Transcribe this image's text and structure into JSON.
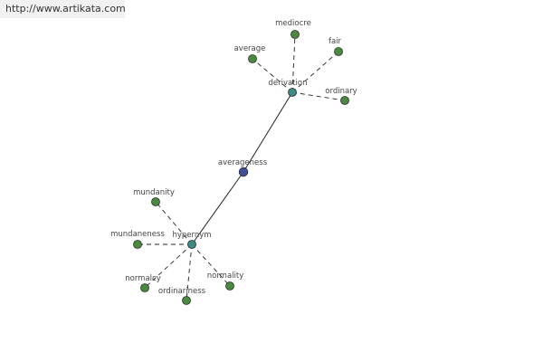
{
  "banner": {
    "url": "http://www.artikata.com"
  },
  "colors": {
    "center": "#3f4f9a",
    "hub": "#3d8a86",
    "leaf": "#4a8a3f",
    "node_stroke": "#2b2b2b"
  },
  "graph": {
    "center": {
      "id": "averageness",
      "label": "averageness"
    },
    "hubs": [
      {
        "id": "derivation",
        "label": "derivation"
      },
      {
        "id": "hypernym",
        "label": "hypernym"
      }
    ],
    "leaves": [
      {
        "id": "mediocre",
        "label": "mediocre",
        "hub": "derivation"
      },
      {
        "id": "average",
        "label": "average",
        "hub": "derivation"
      },
      {
        "id": "fair",
        "label": "fair",
        "hub": "derivation"
      },
      {
        "id": "ordinary",
        "label": "ordinary",
        "hub": "derivation"
      },
      {
        "id": "mundanity",
        "label": "mundanity",
        "hub": "hypernym"
      },
      {
        "id": "mundaneness",
        "label": "mundaneness",
        "hub": "hypernym"
      },
      {
        "id": "normalcy",
        "label": "normalcy",
        "hub": "hypernym"
      },
      {
        "id": "ordinariness",
        "label": "ordinariness",
        "hub": "hypernym"
      },
      {
        "id": "normality",
        "label": "normality",
        "hub": "hypernym"
      }
    ]
  }
}
